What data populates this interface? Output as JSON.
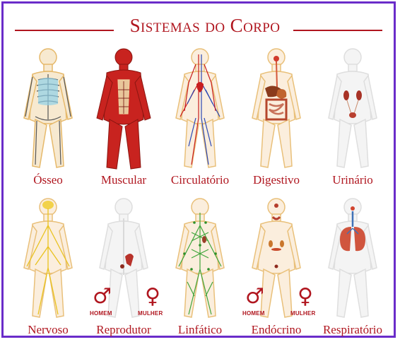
{
  "title": "Sistemas do Corpo",
  "colors": {
    "frame": "#6a2cc9",
    "accent": "#b0161f"
  },
  "systems": [
    {
      "label": "Ósseo",
      "icon": "skeleton-figure"
    },
    {
      "label": "Muscular",
      "icon": "muscle-figure"
    },
    {
      "label": "Circulatório",
      "icon": "vessel-figure"
    },
    {
      "label": "Digestivo",
      "icon": "digestive-figure"
    },
    {
      "label": "Urinário",
      "icon": "urinary-figure"
    },
    {
      "label": "Nervoso",
      "icon": "nerve-figure"
    },
    {
      "label": "Reprodutor",
      "icon": "reproductive-figure"
    },
    {
      "label": "Linfático",
      "icon": "lymph-figure"
    },
    {
      "label": "Endócrino",
      "icon": "endocrine-figure"
    },
    {
      "label": "Respiratório",
      "icon": "lung-figure"
    }
  ],
  "sexes": {
    "male_symbol": "♂",
    "female_symbol": "♀",
    "male": "HOMEM",
    "female": "MULHER"
  }
}
